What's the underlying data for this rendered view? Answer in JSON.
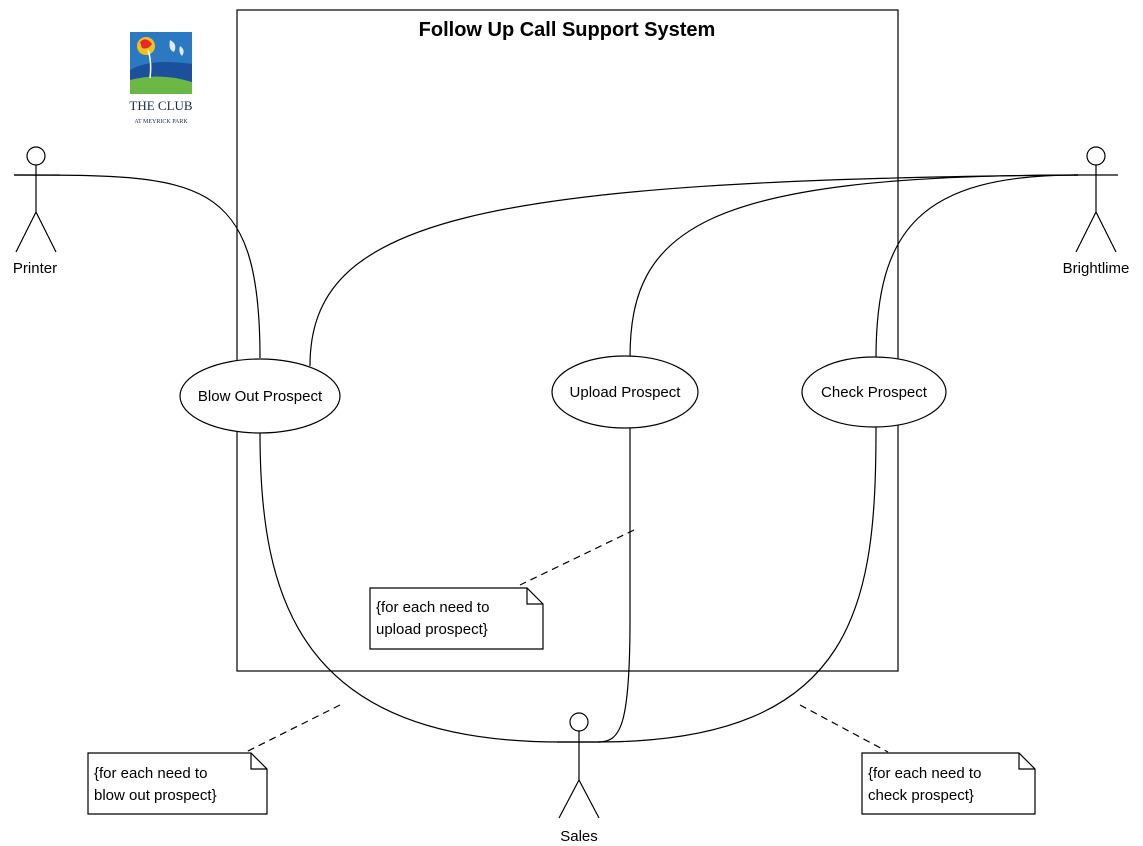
{
  "title": "Follow Up Call Support System",
  "logo": {
    "line1": "THE CLUB",
    "line2": "AT MEYRICK PARK"
  },
  "actors": {
    "printer": "Printer",
    "brightlime": "Brightlime",
    "sales": "Sales"
  },
  "use_cases": {
    "blow_out": "Blow Out Prospect",
    "upload": "Upload Prospect",
    "check": "Check Prospect"
  },
  "notes": {
    "upload": {
      "line1": "{for each need to",
      "line2": "upload prospect}"
    },
    "blow_out": {
      "line1": "{for each need to",
      "line2": "blow out prospect}"
    },
    "check": {
      "line1": "{for each need to",
      "line2": "check prospect}"
    }
  },
  "colors": {
    "logo_sun": "#f2c21b",
    "logo_flower": "#e8262e",
    "logo_sky": "#2b79c2",
    "logo_water": "#1c4f9c",
    "logo_grass": "#6cb844"
  }
}
